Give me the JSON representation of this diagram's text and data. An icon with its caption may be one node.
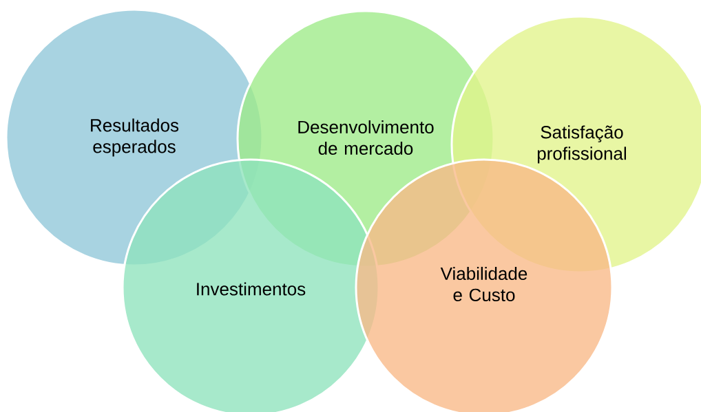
{
  "diagram": {
    "nodes": [
      {
        "text": [
          "Resultados esperados"
        ]
      },
      {
        "text": [
          "Desenvolvimento de mercado"
        ]
      },
      {
        "text": [
          "Satisfação profissional"
        ]
      },
      {
        "text": [
          "Investimentos"
        ]
      },
      {
        "text": [
          "Viabilidade e Custo"
        ]
      }
    ]
  }
}
